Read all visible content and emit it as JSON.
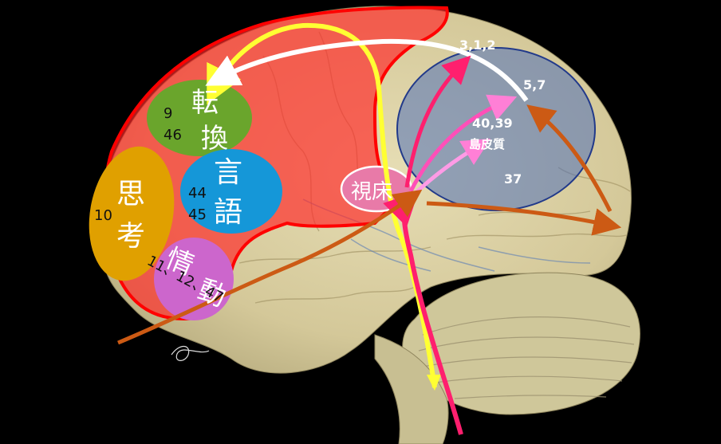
{
  "regions": {
    "conversion": {
      "label_line1": "転",
      "label_line2": "換",
      "areas_line1": "9",
      "areas_line2": "46",
      "color": "#6aa52c"
    },
    "language": {
      "label_line1": "言",
      "label_line2": "語",
      "areas_line1": "44",
      "areas_line2": "45",
      "color": "#1597d8"
    },
    "thinking": {
      "label_line1": "思",
      "label_line2": "考",
      "areas": "10",
      "color": "#e0a000"
    },
    "emotion": {
      "label_line1": "情",
      "label_line2": "動",
      "areas": "11、12、47",
      "color": "#cc66cc"
    },
    "parietal": {
      "area_top": "3,1,2",
      "area_right": "5,7",
      "area_mid": "40,39",
      "insula": "島皮質",
      "area_bottom": "37",
      "color": "#4f6fb8"
    },
    "thalamus": {
      "label": "視床"
    }
  },
  "colors": {
    "prefrontal": "#ff1a1a",
    "arrow_yellow": "#ffff33",
    "arrow_white": "#ffffff",
    "arrow_pink": "#ff1f6e",
    "arrow_light_pink": "#ff7fd6",
    "arrow_orange": "#cc5a14",
    "brain_tissue": "#dcd3a6"
  }
}
